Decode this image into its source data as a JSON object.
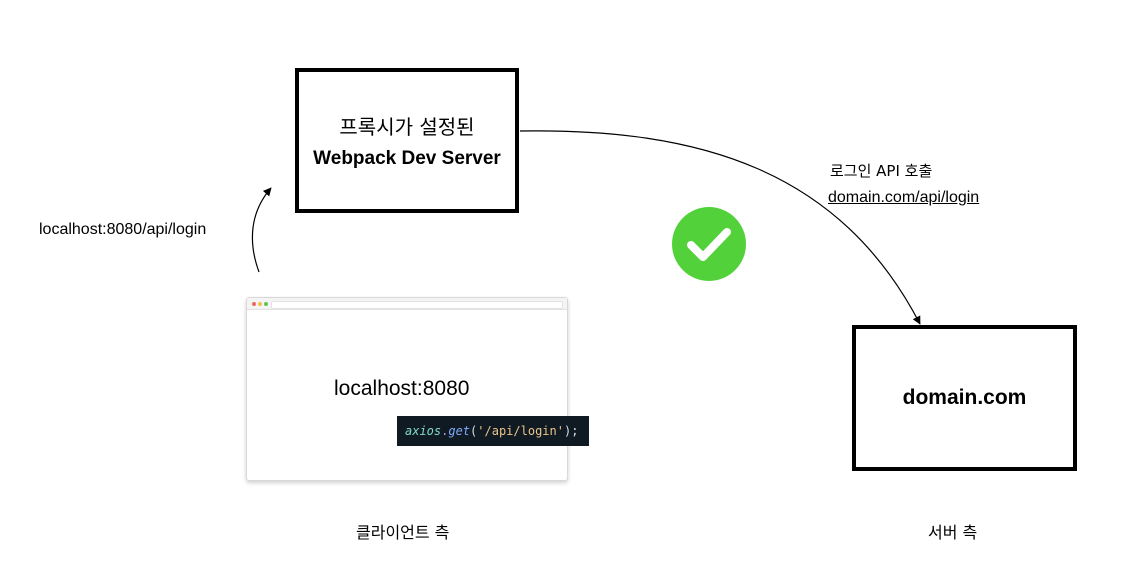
{
  "proxy_box": {
    "line1": "프록시가 설정된",
    "line2": "Webpack Dev Server"
  },
  "server_box": {
    "label": "domain.com"
  },
  "client_request": {
    "url": "localhost:8080/api/login"
  },
  "server_request": {
    "caption": "로그인 API 호출",
    "url": "domain.com/api/login"
  },
  "browser": {
    "host": "localhost:8080",
    "code": {
      "object": "axios",
      "dot": ".",
      "method": "get",
      "open_paren": "(",
      "argument": "'/api/login'",
      "close": ");"
    }
  },
  "labels": {
    "client_side": "클라이언트 측",
    "server_side": "서버 측"
  },
  "icons": {
    "check": "check-circle-icon",
    "browser_dots": [
      "#ec6a5e",
      "#f4bf4f",
      "#61c554"
    ]
  },
  "colors": {
    "check": "#52d13a",
    "code_bg": "#0f1a22"
  }
}
